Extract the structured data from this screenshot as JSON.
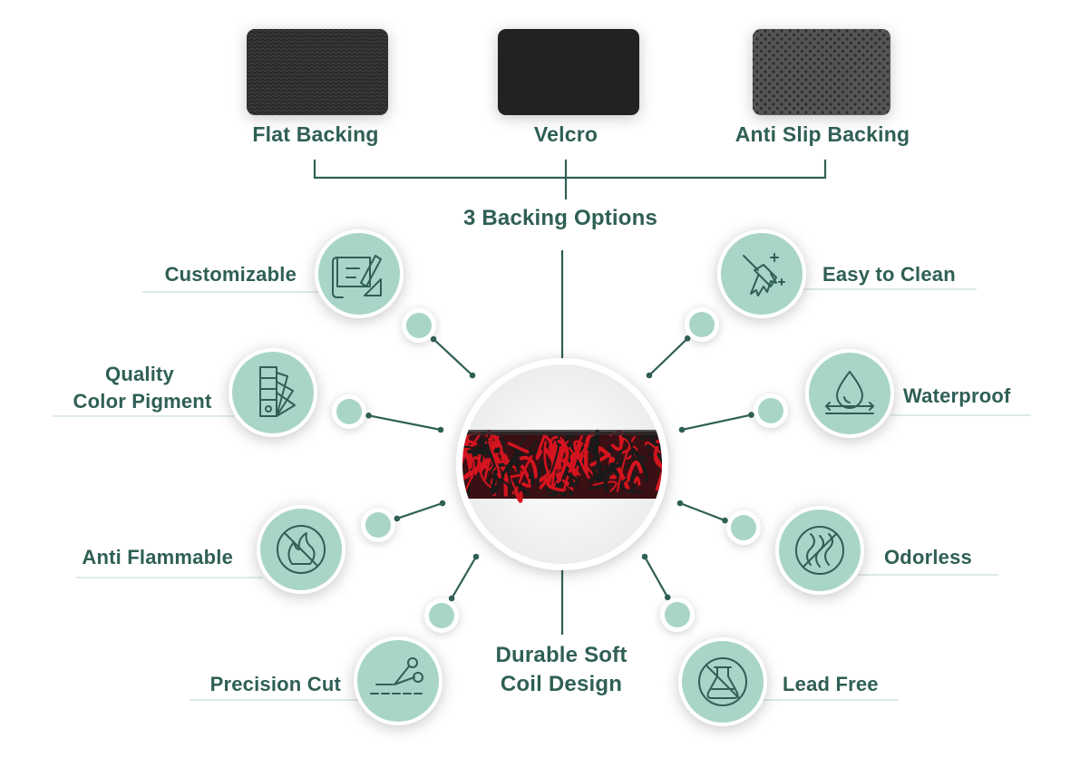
{
  "colors": {
    "brand": "#2f5f55",
    "circle_fill": "#a8d5c8",
    "connector": "#2f5f55",
    "mat_red": "#d4141f",
    "mat_black": "#1a1a1a"
  },
  "backings": [
    {
      "label": "Flat Backing",
      "icon": "flat-backing-swatch"
    },
    {
      "label": "Velcro",
      "icon": "velcro-swatch"
    },
    {
      "label": "Anti Slip Backing",
      "icon": "anti-slip-swatch"
    }
  ],
  "backing_title": "3 Backing Options",
  "center": {
    "line1": "Durable Soft",
    "line2": "Coil Design",
    "icon": "coil-mat-cross-section"
  },
  "features_left": [
    {
      "line1": "Customizable",
      "line2": "",
      "icon": "blueprint-pencil-icon"
    },
    {
      "line1": "Quality",
      "line2": "Color Pigment",
      "icon": "color-swatch-fan-icon"
    },
    {
      "line1": "Anti Flammable",
      "line2": "",
      "icon": "no-fire-icon"
    },
    {
      "line1": "Precision Cut",
      "line2": "",
      "icon": "scissors-cut-icon"
    }
  ],
  "features_right": [
    {
      "line1": "Easy to Clean",
      "icon": "broom-sparkle-icon"
    },
    {
      "line1": "Waterproof",
      "icon": "water-drop-icon"
    },
    {
      "line1": "Odorless",
      "icon": "no-odor-icon"
    },
    {
      "line1": "Lead Free",
      "icon": "no-chemical-flask-icon"
    }
  ]
}
